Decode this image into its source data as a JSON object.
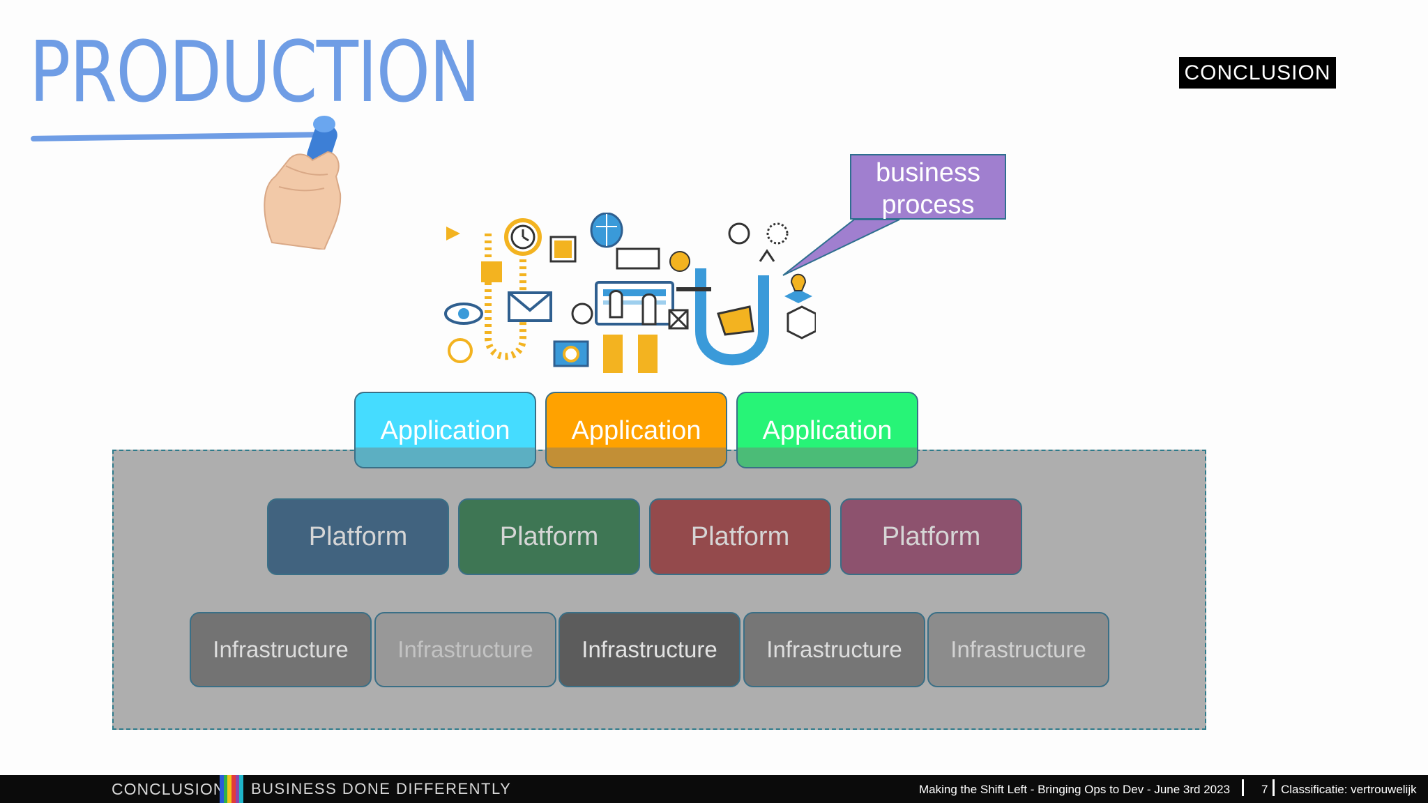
{
  "header": {
    "title": "PRODUCTION",
    "brand_box": "CONCLUSION"
  },
  "callout": {
    "text_line1": "business",
    "text_line2": "process"
  },
  "colors": {
    "title_blue": "#6f9de5",
    "callout_purple": "#a07fcf",
    "base_panel": "#aeaeae",
    "border_teal": "#2e7a8a"
  },
  "layers": {
    "applications": [
      {
        "label": "Application",
        "color": "#45dcff"
      },
      {
        "label": "Application",
        "color": "#ffa200"
      },
      {
        "label": "Application",
        "color": "#27f477"
      }
    ],
    "platforms": [
      {
        "label": "Platform",
        "color": "#41637f"
      },
      {
        "label": "Platform",
        "color": "#3e7654"
      },
      {
        "label": "Platform",
        "color": "#944a4c"
      },
      {
        "label": "Platform",
        "color": "#8d526e"
      }
    ],
    "infrastructure": [
      {
        "label": "Infrastructure",
        "color": "#737373",
        "text_color": "#dddddd"
      },
      {
        "label": "Infrastructure",
        "color": "#989898",
        "text_color": "#c3c3c3"
      },
      {
        "label": "Infrastructure",
        "color": "#5c5c5c",
        "text_color": "#e3e3e3"
      },
      {
        "label": "Infrastructure",
        "color": "#767676",
        "text_color": "#dedede"
      },
      {
        "label": "Infrastructure",
        "color": "#8c8c8c",
        "text_color": "#d2d2d2"
      }
    ]
  },
  "footer": {
    "brand": "CONCLUSION",
    "tagline": "BUSINESS DONE DIFFERENTLY",
    "talk": "Making the Shift Left - Bringing Ops to Dev  - June 3rd 2023",
    "page": "7",
    "classification": "Classificatie: vertrouwelijk"
  },
  "icons": [
    "hand-with-marker-icon",
    "business-process-illustration",
    "callout-pointer-icon"
  ]
}
